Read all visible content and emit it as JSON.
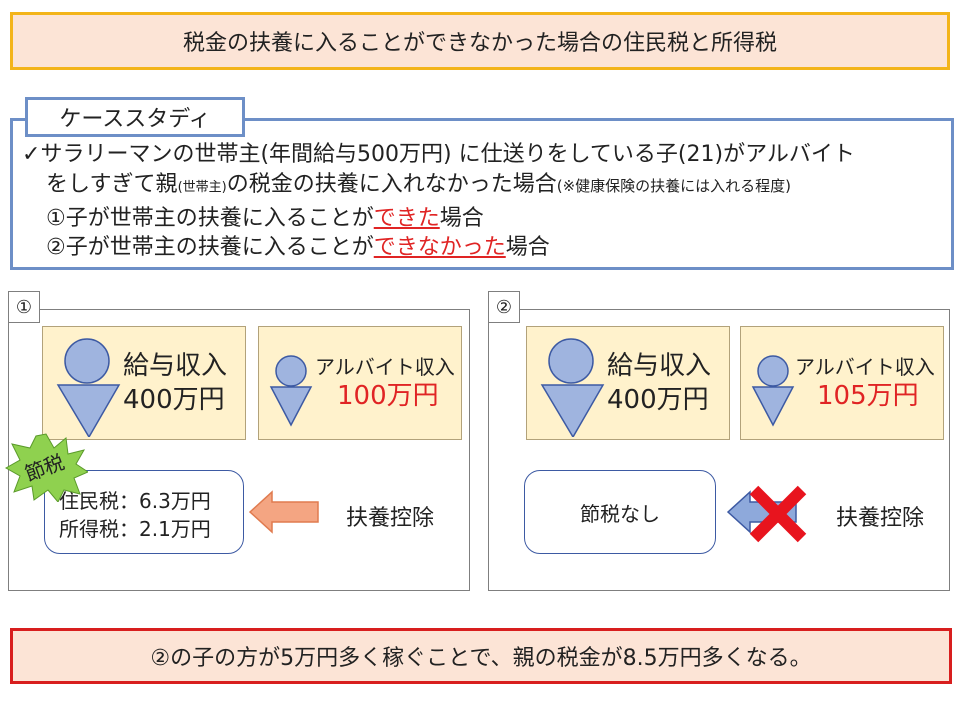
{
  "title": "税金の扶養に入ることができなかった場合の住民税と所得税",
  "case_study": {
    "tab_label": "ケーススタディ",
    "check": "✓",
    "line1": "サラリーマンの世帯主(年間給与500万円) に仕送りをしている子(21)がアルバイト",
    "line2_a": "をしすぎて親",
    "line2_small1": "(世帯主)",
    "line2_b": "の税金の扶養に入れなかった場合",
    "line2_small2": "(※健康保険の扶養には入れる程度)",
    "item1_a": "①子が世帯主の扶養に入ることが",
    "item1_red": "できた",
    "item1_b": "場合",
    "item2_a": "②子が世帯主の扶養に入ることが",
    "item2_red": "できなかった",
    "item2_b": "場合"
  },
  "panel1": {
    "number": "①",
    "parent_label": "給与収入",
    "parent_amount": "400万円",
    "child_label": "アルバイト収入",
    "child_amount": "100万円",
    "badge": "節税",
    "result_line1": "住民税：6.3万円",
    "result_line2": "所得税：2.1万円",
    "deduction_label": "扶養控除"
  },
  "panel2": {
    "number": "②",
    "parent_label": "給与収入",
    "parent_amount": "400万円",
    "child_label": "アルバイト収入",
    "child_amount": "105万円",
    "result_text": "節税なし",
    "deduction_label": "扶養控除"
  },
  "conclusion": "②の子の方が5万円多く稼ぐことで、親の税金が8.5万円多くなる。",
  "colors": {
    "person_fill": "#9fb4df",
    "person_stroke": "#3d5aa3",
    "arrow_orange": "#f4a582",
    "arrow_blue": "#8ea9db",
    "badge_green": "#8fd14f",
    "cross_red": "#e8141e"
  },
  "icons": [
    "person-icon",
    "arrow-left-icon",
    "cross-icon",
    "starburst-badge"
  ]
}
